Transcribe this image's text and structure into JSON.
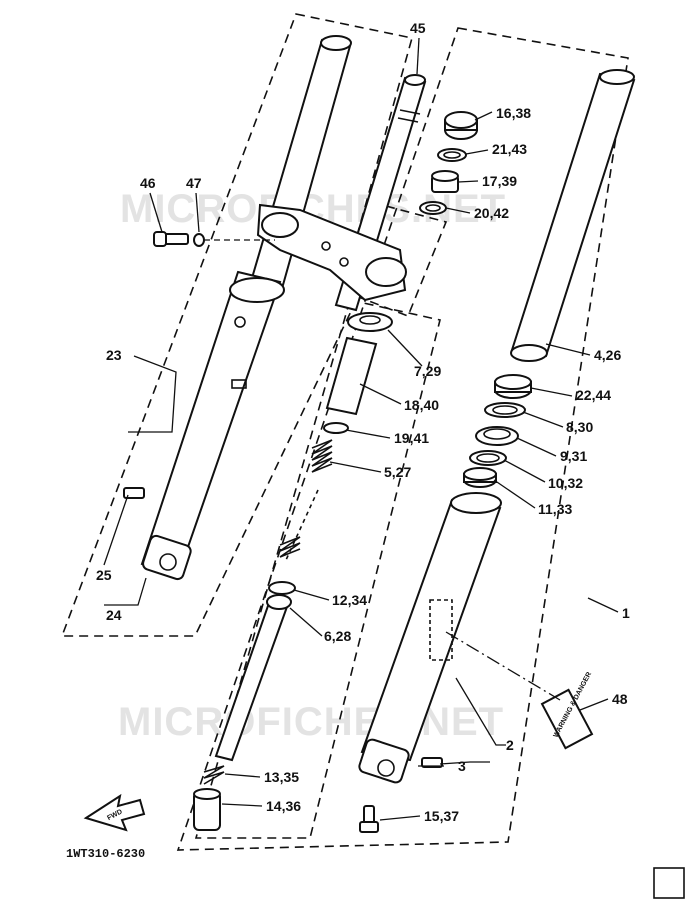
{
  "watermark": "MICROFICHES.NET",
  "drawing_code": "1WT310-6230",
  "fwd_label": "FWD",
  "warning_label_text": "WARNING & DANGER",
  "callouts": {
    "c45": "45",
    "c16_38": "16,38",
    "c21_43": "21,43",
    "c17_39": "17,39",
    "c20_42": "20,42",
    "c46": "46",
    "c47": "47",
    "c23": "23",
    "c7_29": "7,29",
    "c18_40": "18,40",
    "c19_41": "19,41",
    "c5_27": "5,27",
    "c4_26": "4,26",
    "c22_44": "22,44",
    "c8_30": "8,30",
    "c9_31": "9,31",
    "c10_32": "10,32",
    "c11_33": "11,33",
    "c25": "25",
    "c24": "24",
    "c12_34": "12,34",
    "c6_28": "6,28",
    "c1": "1",
    "c48": "48",
    "c2": "2",
    "c3": "3",
    "c13_35": "13,35",
    "c14_36": "14,36",
    "c15_37": "15,37"
  }
}
